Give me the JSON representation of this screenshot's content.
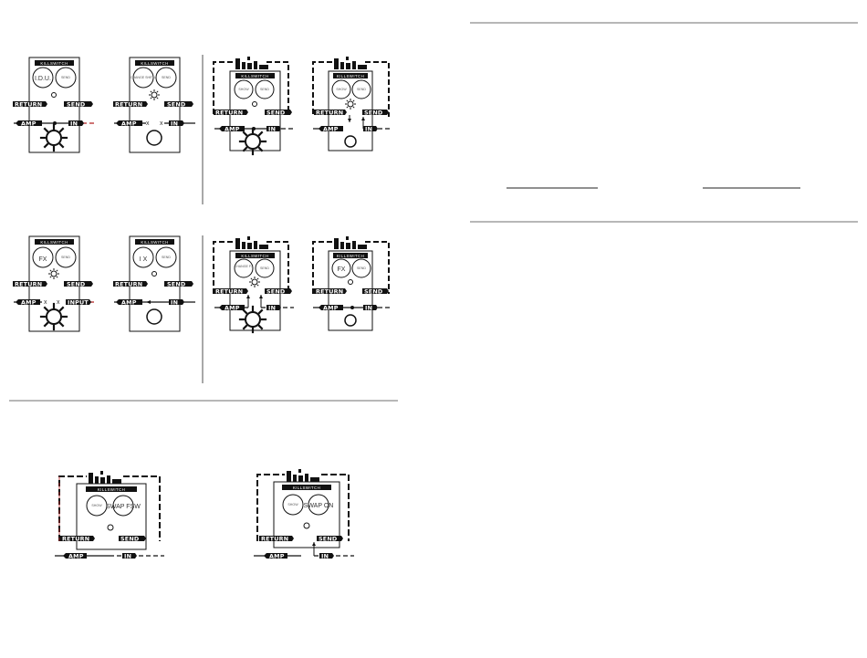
{
  "labels": {
    "return": "RETURN",
    "send": "SEND",
    "amp": "AMP",
    "in": "IN",
    "input": "INPUT",
    "x_mark": "x"
  },
  "pedal_header": "KILLSWITCH",
  "knobs": {
    "left_a": "I.D.U.",
    "left_b": "CHANGE FX",
    "left_c": "CHANGE SHE'LL",
    "left_d": "FX",
    "left_e": "SHOW",
    "left_f": "I X",
    "right": "SEND",
    "right_f": "SWAP FSW",
    "right_g": "SWAP ON"
  },
  "colors": {
    "ink": "#111111",
    "accent": "#b22222",
    "divider": "#8c8c8c",
    "pedal_body": "#ffffff"
  }
}
